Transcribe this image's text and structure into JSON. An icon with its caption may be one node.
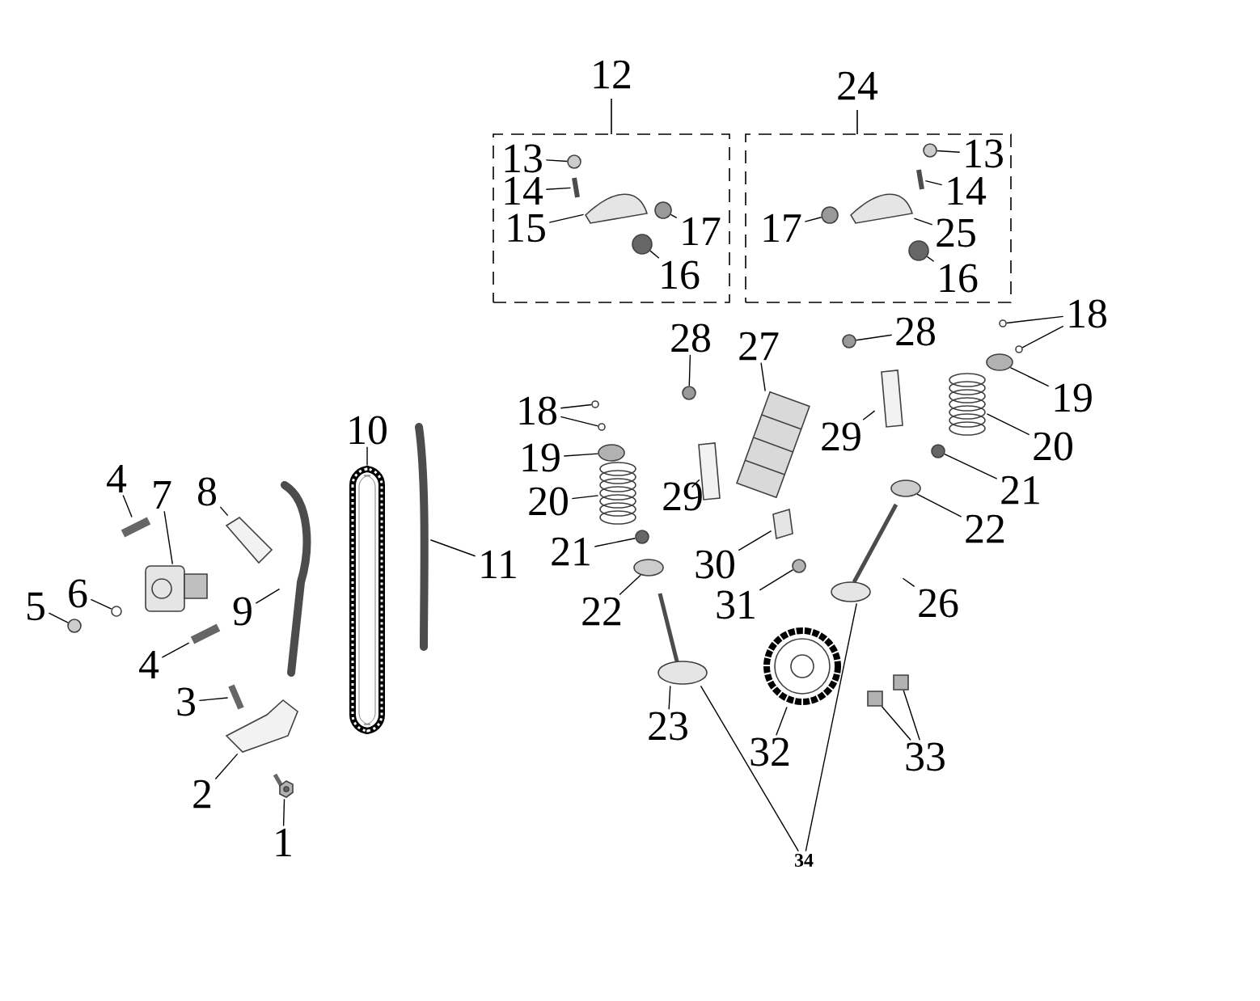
{
  "diagram": {
    "nodes": [
      {
        "text": [
          "1"
        ]
      },
      {
        "text": [
          "2"
        ]
      },
      {
        "text": [
          "3"
        ]
      },
      {
        "text": [
          "4"
        ]
      },
      {
        "text": [
          "4"
        ]
      },
      {
        "text": [
          "5"
        ]
      },
      {
        "text": [
          "6"
        ]
      },
      {
        "text": [
          "7"
        ]
      },
      {
        "text": [
          "8"
        ]
      },
      {
        "text": [
          "9"
        ]
      },
      {
        "text": [
          "10"
        ]
      },
      {
        "text": [
          "11"
        ]
      },
      {
        "text": [
          "12"
        ]
      },
      {
        "text": [
          "13"
        ],
        "in": 12
      },
      {
        "text": [
          "14"
        ],
        "in": 12
      },
      {
        "text": [
          "15"
        ],
        "in": 12
      },
      {
        "text": [
          "16"
        ],
        "in": 12
      },
      {
        "text": [
          "17"
        ],
        "in": 12
      },
      {
        "text": [
          "24"
        ]
      },
      {
        "text": [
          "13"
        ],
        "in": 18
      },
      {
        "text": [
          "14"
        ],
        "in": 18
      },
      {
        "text": [
          "17"
        ],
        "in": 18
      },
      {
        "text": [
          "25"
        ],
        "in": 18
      },
      {
        "text": [
          "16"
        ],
        "in": 18
      },
      {
        "text": [
          "28"
        ]
      },
      {
        "text": [
          "27"
        ]
      },
      {
        "text": [
          "28"
        ]
      },
      {
        "text": [
          "18"
        ]
      },
      {
        "text": [
          "19"
        ]
      },
      {
        "text": [
          "20"
        ]
      },
      {
        "text": [
          "29"
        ]
      },
      {
        "text": [
          "21"
        ]
      },
      {
        "text": [
          "22"
        ]
      },
      {
        "text": [
          "18"
        ]
      },
      {
        "text": [
          "19"
        ]
      },
      {
        "text": [
          "20"
        ]
      },
      {
        "text": [
          "29"
        ]
      },
      {
        "text": [
          "21"
        ]
      },
      {
        "text": [
          "30"
        ]
      },
      {
        "text": [
          "22"
        ]
      },
      {
        "text": [
          "31"
        ]
      },
      {
        "text": [
          "26"
        ]
      },
      {
        "text": [
          "23"
        ]
      },
      {
        "text": [
          "32"
        ]
      },
      {
        "text": [
          "33"
        ]
      },
      {
        "text": [
          "34"
        ]
      },
      {
        "text": [],
        "shape": "picture"
      },
      {
        "text": [],
        "shape": "picture"
      },
      {
        "text": [],
        "shape": "picture"
      },
      {
        "text": [],
        "shape": "picture"
      },
      {
        "text": [],
        "shape": "picture"
      },
      {
        "text": [],
        "shape": "circle"
      },
      {
        "text": [],
        "shape": "circle"
      },
      {
        "text": [],
        "shape": "picture"
      },
      {
        "text": [],
        "shape": "picture"
      },
      {
        "text": [],
        "shape": "picture"
      },
      {
        "text": [],
        "shape": "picture"
      },
      {
        "text": [],
        "shape": "picture"
      },
      {
        "text": [],
        "shape": "circle",
        "in": 12
      },
      {
        "text": [],
        "shape": "picture",
        "in": 12
      },
      {
        "text": [],
        "shape": "picture",
        "in": 12
      },
      {
        "text": [],
        "shape": "circle",
        "in": 12
      },
      {
        "text": [],
        "shape": "circle",
        "in": 12
      },
      {
        "text": [],
        "shape": "circle",
        "in": 18
      },
      {
        "text": [],
        "shape": "picture",
        "in": 18
      },
      {
        "text": [],
        "shape": "circle",
        "in": 18
      },
      {
        "text": [],
        "shape": "picture",
        "in": 18
      },
      {
        "text": [],
        "shape": "circle",
        "in": 18
      },
      {
        "text": [],
        "shape": "circle"
      },
      {
        "text": [],
        "shape": "picture"
      },
      {
        "text": [],
        "shape": "circle"
      },
      {
        "text": [],
        "shape": "circle"
      },
      {
        "text": [],
        "shape": "circle"
      },
      {
        "text": [],
        "shape": "ellipse"
      },
      {
        "text": [],
        "shape": "picture"
      },
      {
        "text": [],
        "shape": "picture"
      },
      {
        "text": [],
        "shape": "circle"
      },
      {
        "text": [],
        "shape": "ellipse"
      },
      {
        "text": [],
        "shape": "circle"
      },
      {
        "text": [],
        "shape": "circle"
      },
      {
        "text": [],
        "shape": "ellipse"
      },
      {
        "text": [],
        "shape": "picture"
      },
      {
        "text": [],
        "shape": "picture"
      },
      {
        "text": [],
        "shape": "circle"
      },
      {
        "text": [],
        "shape": "picture"
      },
      {
        "text": [],
        "shape": "ellipse"
      },
      {
        "text": [],
        "shape": "circle"
      },
      {
        "text": [],
        "shape": "picture"
      },
      {
        "text": [],
        "shape": "picture"
      },
      {
        "text": [],
        "shape": "picture"
      },
      {
        "text": [],
        "shape": "box"
      },
      {
        "text": [],
        "shape": "box"
      }
    ],
    "edges": [
      {
        "from": 0,
        "to": 46,
        "arrow": "none"
      },
      {
        "from": 1,
        "to": 47,
        "arrow": "none"
      },
      {
        "from": 2,
        "to": 48,
        "arrow": "none"
      },
      {
        "from": 3,
        "to": 49,
        "arrow": "none"
      },
      {
        "from": 4,
        "to": 50,
        "arrow": "none"
      },
      {
        "from": 5,
        "to": 51,
        "arrow": "none"
      },
      {
        "from": 6,
        "to": 52,
        "arrow": "none"
      },
      {
        "from": 7,
        "to": 53,
        "arrow": "none"
      },
      {
        "from": 8,
        "to": 54,
        "arrow": "none"
      },
      {
        "from": 9,
        "to": 55,
        "arrow": "none"
      },
      {
        "from": 10,
        "to": 56,
        "arrow": "none"
      },
      {
        "from": 11,
        "to": 57,
        "arrow": "none"
      },
      {
        "from": 13,
        "to": 58,
        "arrow": "none"
      },
      {
        "from": 14,
        "to": 59,
        "arrow": "none"
      },
      {
        "from": 15,
        "to": 60,
        "arrow": "none"
      },
      {
        "from": 16,
        "to": 61,
        "arrow": "none"
      },
      {
        "from": 17,
        "to": 62,
        "arrow": "none"
      },
      {
        "from": 19,
        "to": 63,
        "arrow": "none"
      },
      {
        "from": 20,
        "to": 64,
        "arrow": "none"
      },
      {
        "from": 21,
        "to": 65,
        "arrow": "none"
      },
      {
        "from": 22,
        "to": 66,
        "arrow": "none"
      },
      {
        "from": 23,
        "to": 67,
        "arrow": "none"
      },
      {
        "from": 24,
        "to": 68,
        "arrow": "none"
      },
      {
        "from": 25,
        "to": 69,
        "arrow": "none"
      },
      {
        "from": 26,
        "to": 70,
        "arrow": "none"
      },
      {
        "from": 27,
        "to": 71,
        "arrow": "none"
      },
      {
        "from": 27,
        "to": 72,
        "arrow": "none"
      },
      {
        "from": 28,
        "to": 73,
        "arrow": "none"
      },
      {
        "from": 29,
        "to": 74,
        "arrow": "none"
      },
      {
        "from": 30,
        "to": 75,
        "arrow": "none"
      },
      {
        "from": 31,
        "to": 76,
        "arrow": "none"
      },
      {
        "from": 32,
        "to": 77,
        "arrow": "none"
      },
      {
        "from": 33,
        "to": 78,
        "arrow": "none"
      },
      {
        "from": 33,
        "to": 79,
        "arrow": "none"
      },
      {
        "from": 34,
        "to": 80,
        "arrow": "none"
      },
      {
        "from": 35,
        "to": 81,
        "arrow": "none"
      },
      {
        "from": 36,
        "to": 82,
        "arrow": "none"
      },
      {
        "from": 37,
        "to": 83,
        "arrow": "none"
      },
      {
        "from": 38,
        "to": 84,
        "arrow": "none"
      },
      {
        "from": 39,
        "to": 85,
        "arrow": "none"
      },
      {
        "from": 40,
        "to": 86,
        "arrow": "none"
      },
      {
        "from": 41,
        "to": 87,
        "arrow": "none"
      },
      {
        "from": 42,
        "to": 88,
        "arrow": "none"
      },
      {
        "from": 43,
        "to": 89,
        "arrow": "none"
      },
      {
        "from": 44,
        "to": 90,
        "arrow": "none"
      },
      {
        "from": 44,
        "to": 91,
        "arrow": "none"
      },
      {
        "from": 45,
        "to": 88,
        "arrow": "none"
      },
      {
        "from": 45,
        "to": 87,
        "arrow": "none"
      }
    ]
  }
}
